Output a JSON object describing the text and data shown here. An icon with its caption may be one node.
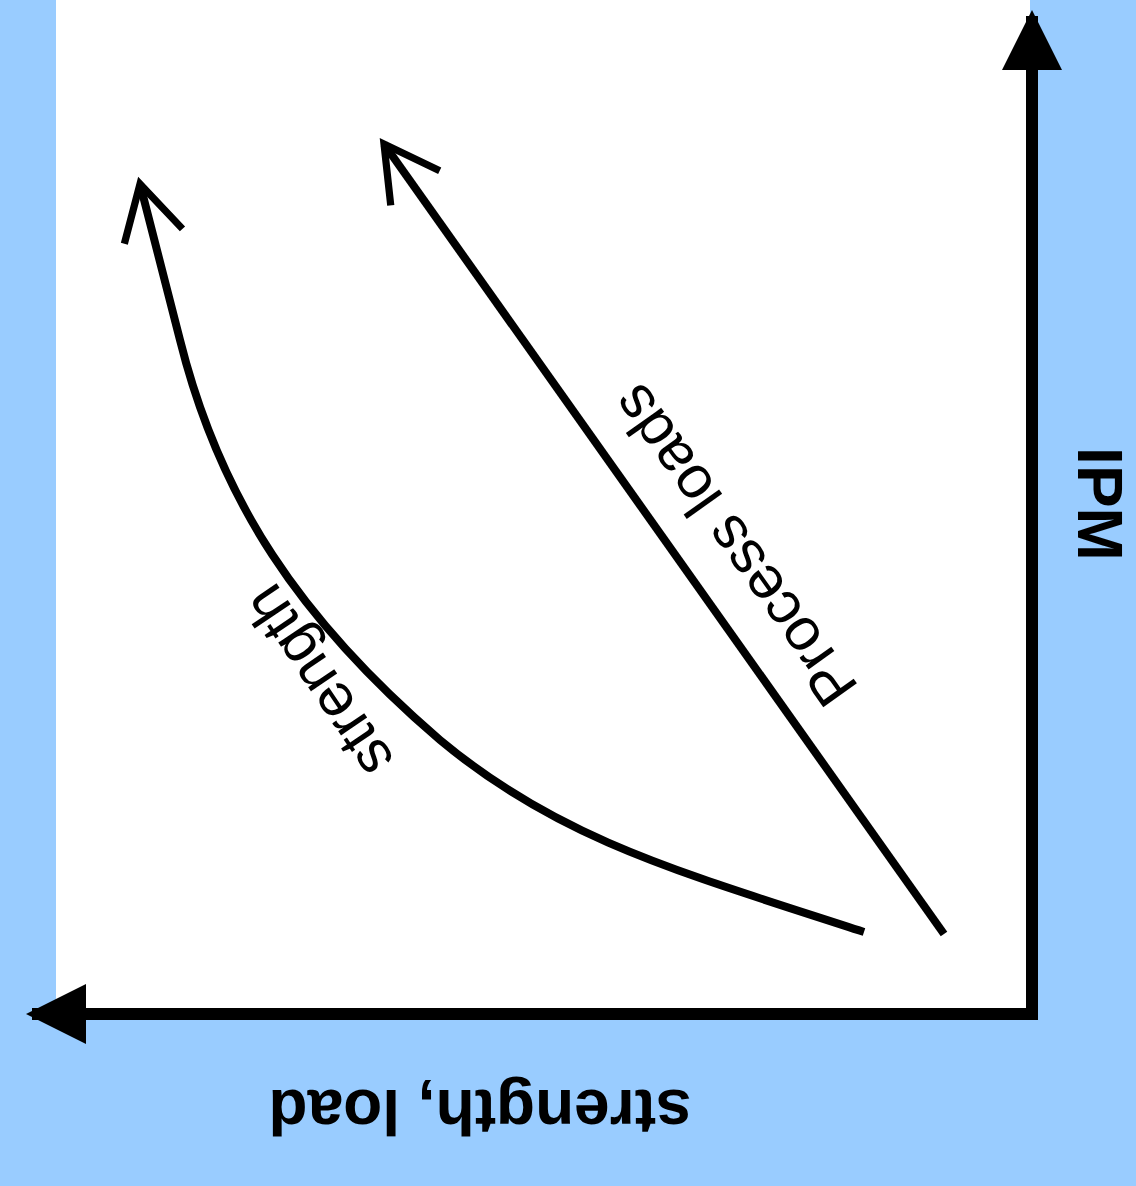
{
  "diagram": {
    "labels": [
      "Process loads",
      "strength",
      "IPM",
      "strength, load"
    ]
  }
}
